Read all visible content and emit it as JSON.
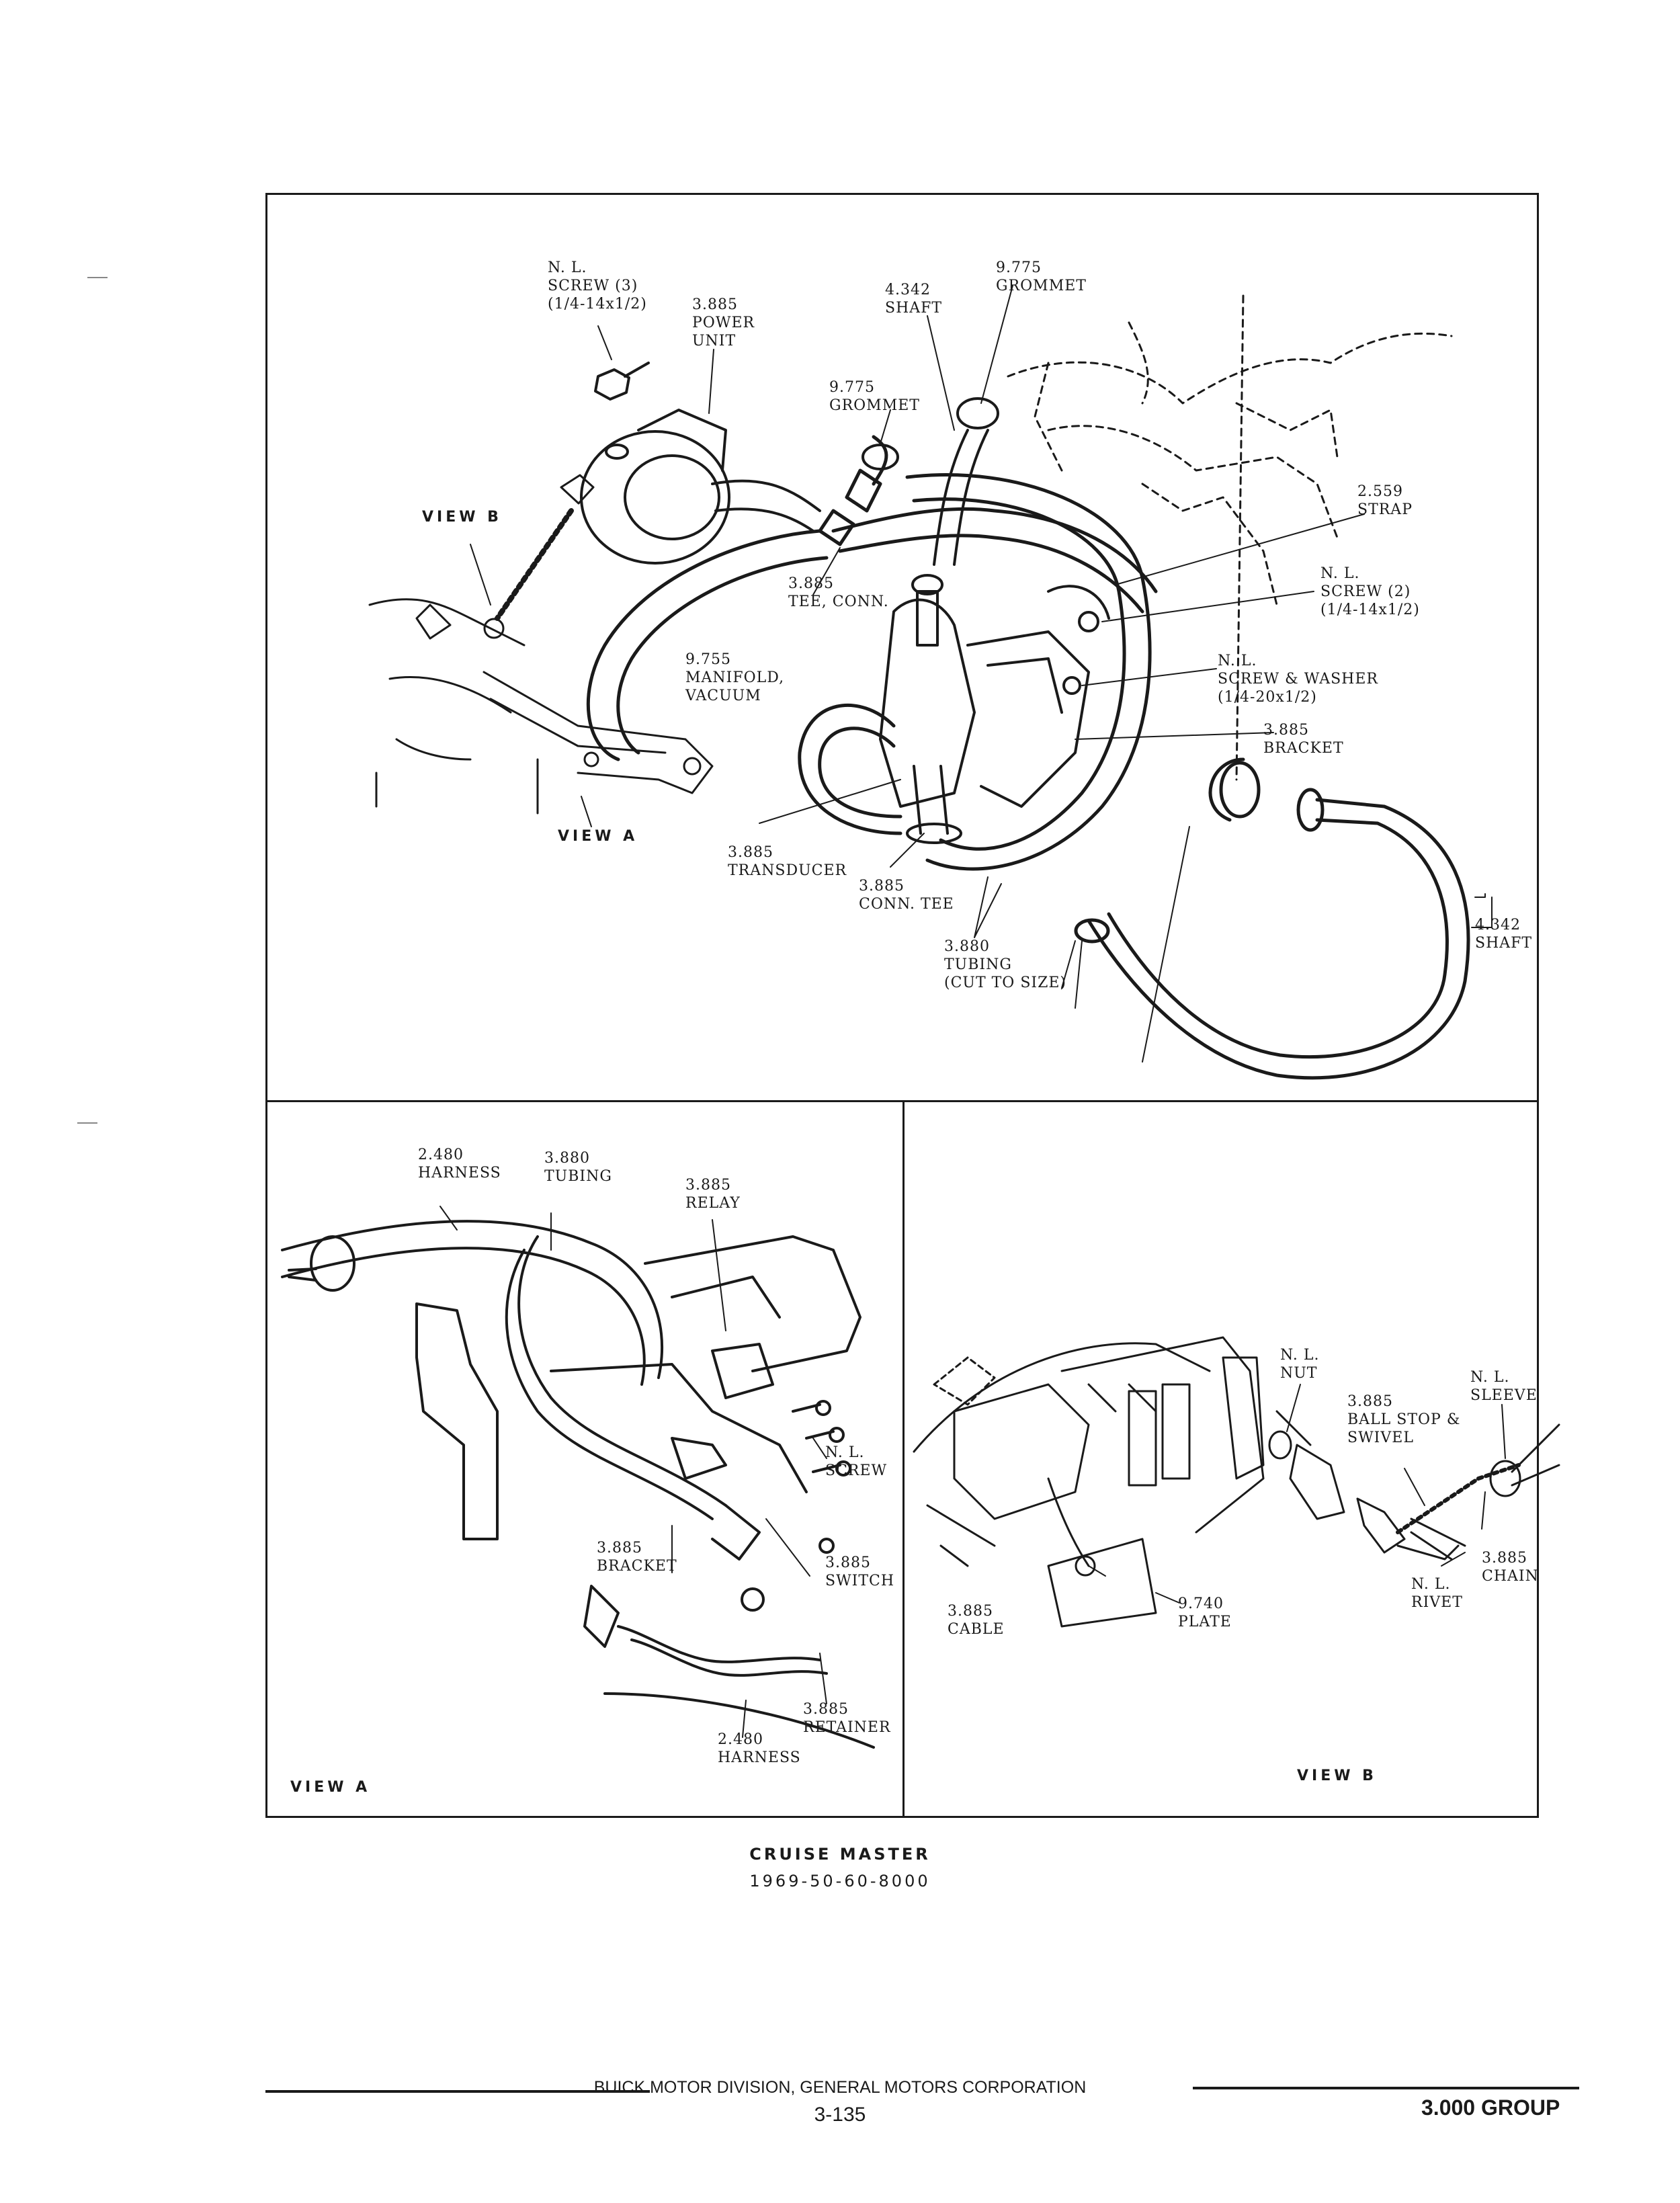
{
  "labels": {
    "screw3": "N. L.\nSCREW (3)\n(1/4-14x1/2)",
    "power_unit": "3.885\nPOWER\nUNIT",
    "shaft_top": "4.342\nSHAFT",
    "grommet_top": "9.775\nGROMMET",
    "grommet_mid": "9.775\nGROMMET",
    "strap": "2.559\nSTRAP",
    "screw2": "N. L.\nSCREW (2)\n(1/4-14x1/2)",
    "screw_washer": "N. L.\nSCREW & WASHER\n(1/4-20x1/2)",
    "bracket_top": "3.885\nBRACKET",
    "tee_conn": "3.885\nTEE, CONN.",
    "manifold": "9.755\nMANIFOLD,\nVACUUM",
    "transducer": "3.885\nTRANSDUCER",
    "conn_tee": "3.885\nCONN. TEE",
    "tubing_top": "3.880\nTUBING\n(CUT TO SIZE)",
    "shaft_right": "4.342\nSHAFT",
    "harness_a1": "2.480\nHARNESS",
    "tubing_a": "3.880\nTUBING",
    "relay": "3.885\nRELAY",
    "screw_a": "N. L.\nSCREW",
    "bracket_a": "3.885\nBRACKET",
    "switch_a": "3.885\nSWITCH",
    "retainer": "3.885\nRETAINER",
    "harness_a2": "2.480\nHARNESS",
    "nut_b": "N. L.\nNUT",
    "sleeve_b": "N. L.\nSLEEVE",
    "ballstop": "3.885\nBALL STOP &\nSWIVEL",
    "chain_b": "3.885\nCHAIN",
    "rivet_b": "N. L.\nRIVET",
    "cable_b": "3.885\nCABLE",
    "plate_b": "9.740\nPLATE"
  },
  "views": {
    "view_b_ref": "VIEW B",
    "view_a_ref": "VIEW A",
    "view_a_title": "VIEW A",
    "view_b_title": "VIEW B"
  },
  "caption": {
    "title": "CRUISE MASTER",
    "code": "1969-50-60-8000"
  },
  "footer": {
    "company": "BUICK MOTOR DIVISION, GENERAL MOTORS CORPORATION",
    "page": "3-135",
    "group": "3.000 GROUP"
  }
}
